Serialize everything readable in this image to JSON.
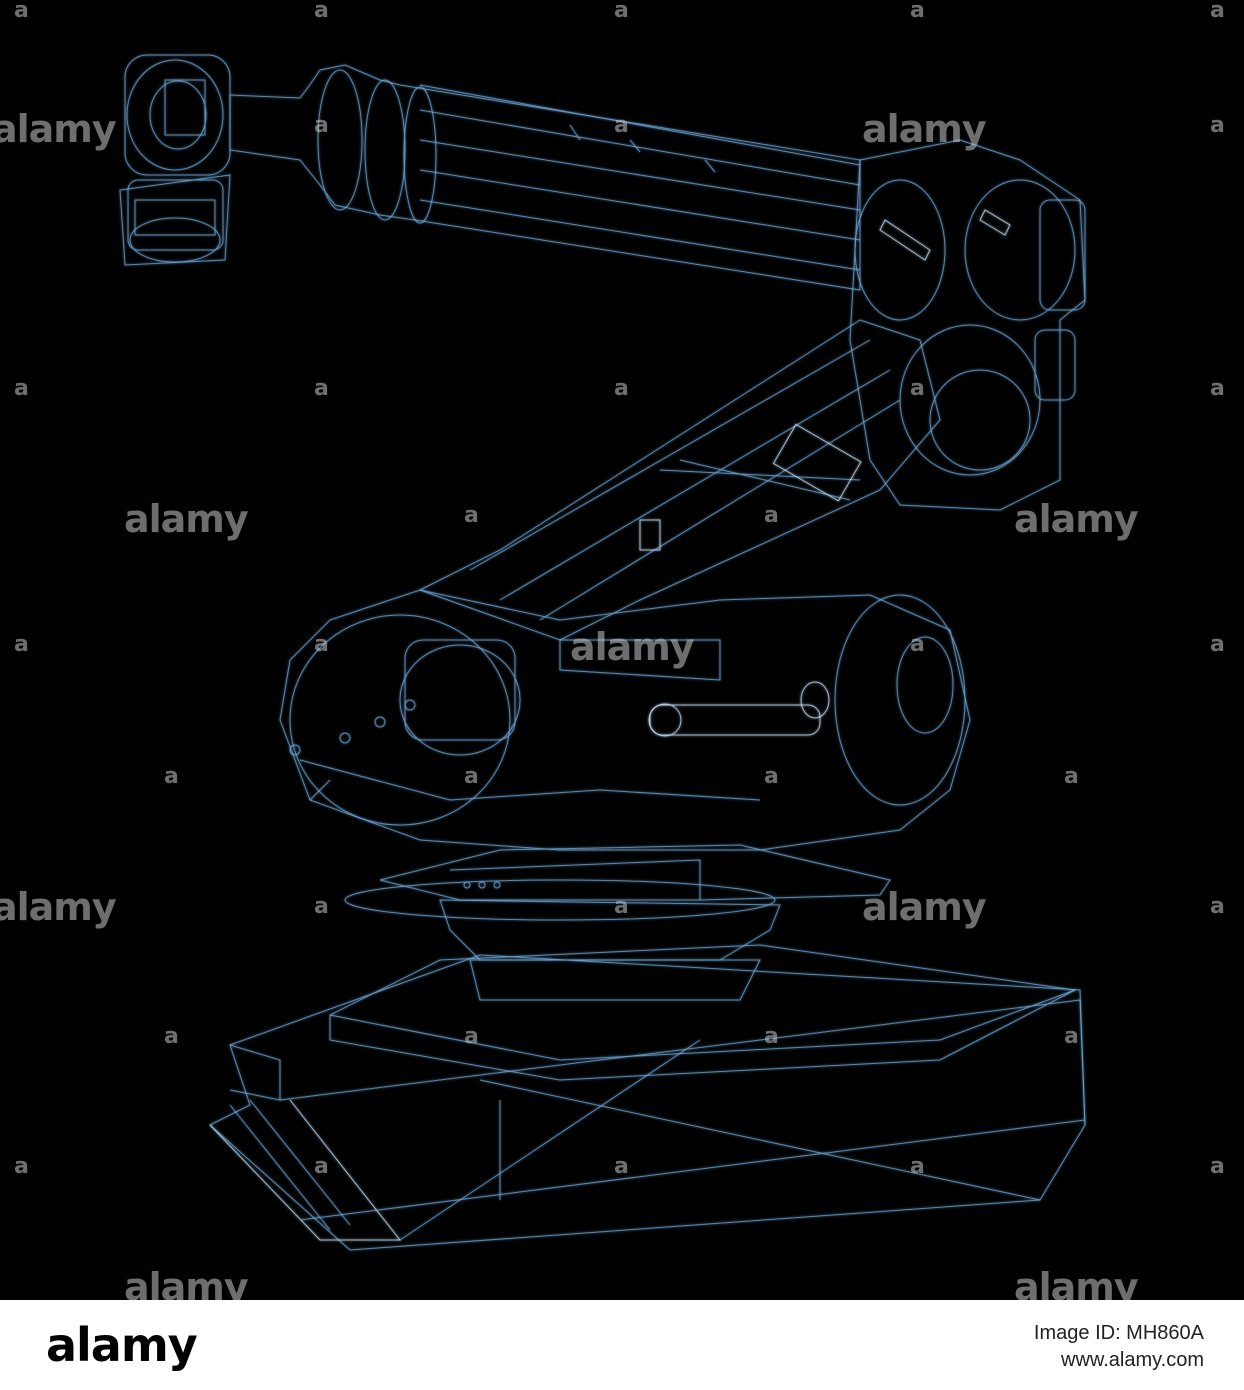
{
  "watermark": {
    "text": "alamy",
    "mark": "a"
  },
  "footer": {
    "logo": "alamy",
    "image_id": "Image ID: MH860A",
    "url": "www.alamy.com"
  },
  "colors": {
    "background": "#000000",
    "wire": "#6fa8d8",
    "wire_bright": "#c8e4ff",
    "watermark": "#c8c8c8"
  },
  "subject": "robot-arm-wireframe"
}
